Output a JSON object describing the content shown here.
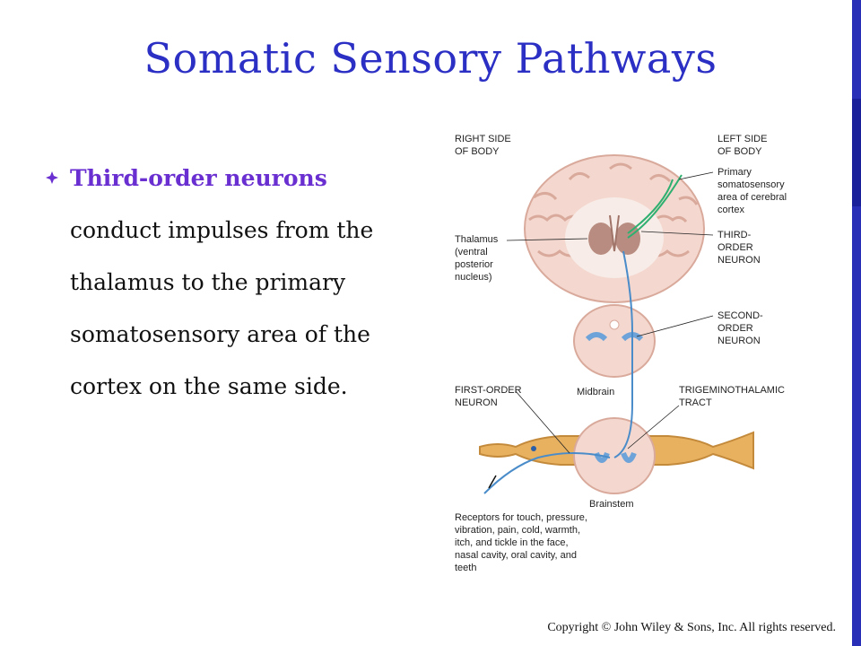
{
  "slide": {
    "title": "Somatic Sensory Pathways",
    "bullet": {
      "emphasis": "Third-order neurons",
      "text": "conduct impulses from the thalamus to the primary somatosensory area of the cortex on the same side."
    },
    "copyright": "Copyright © John Wiley & Sons, Inc. All rights reserved."
  },
  "diagram": {
    "right_side": [
      "RIGHT SIDE",
      "OF BODY"
    ],
    "left_side": [
      "LEFT SIDE",
      "OF BODY"
    ],
    "primary_area": [
      "Primary",
      "somatosensory",
      "area of cerebral",
      "cortex"
    ],
    "thalamus": [
      "Thalamus",
      "(ventral",
      "posterior",
      "nucleus)"
    ],
    "third_order": [
      "THIRD-",
      "ORDER",
      "NEURON"
    ],
    "second_order": [
      "SECOND-",
      "ORDER",
      "NEURON"
    ],
    "first_order": [
      "FIRST-ORDER",
      "NEURON"
    ],
    "midbrain": "Midbrain",
    "tract": [
      "TRIGEMINOTHALAMIC",
      "TRACT"
    ],
    "brainstem": "Brainstem",
    "receptors": [
      "Receptors for touch, pressure,",
      "vibration, pain, cold, warmth,",
      "itch, and tickle in the face,",
      "nasal cavity, oral cavity, and",
      "teeth"
    ]
  }
}
